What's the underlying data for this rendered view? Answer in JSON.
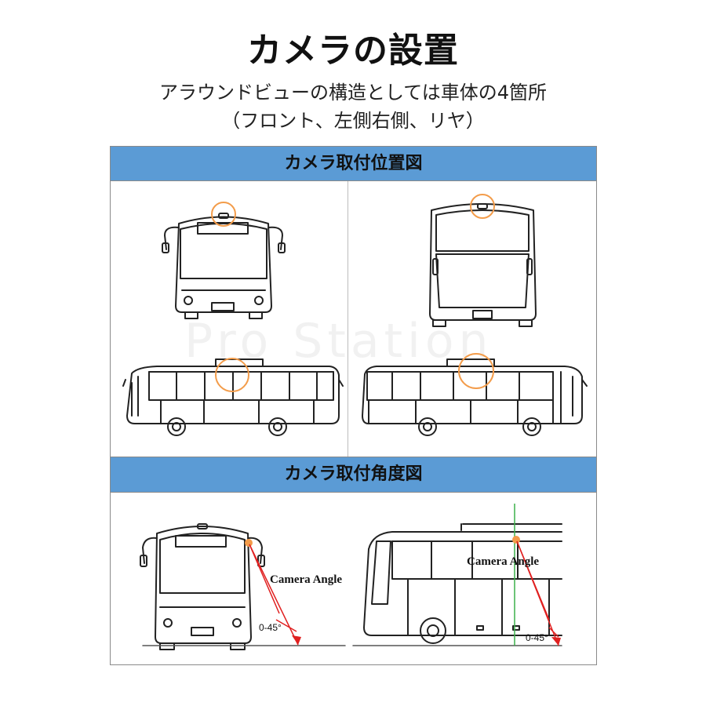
{
  "header": {
    "title": "カメラの設置",
    "subtitle_line1": "アラウンドビューの構造としては車体の4箇所",
    "subtitle_line2": "（フロント、左側右側、リヤ）"
  },
  "sections": {
    "position": {
      "label": "カメラ取付位置図"
    },
    "angle": {
      "label": "カメラ取付角度図"
    }
  },
  "annotations": {
    "camera_angle_front": "Camera  Angle",
    "camera_angle_side": "Camera  Angle",
    "angle_range_front": "0-45°",
    "angle_range_side": "0-45°"
  },
  "watermark": {
    "text": "Pro Station"
  },
  "colors": {
    "band": "#5b9bd5",
    "marker": "#f39c4a",
    "arrow": "#e02020",
    "guide": "#3cb04a"
  }
}
